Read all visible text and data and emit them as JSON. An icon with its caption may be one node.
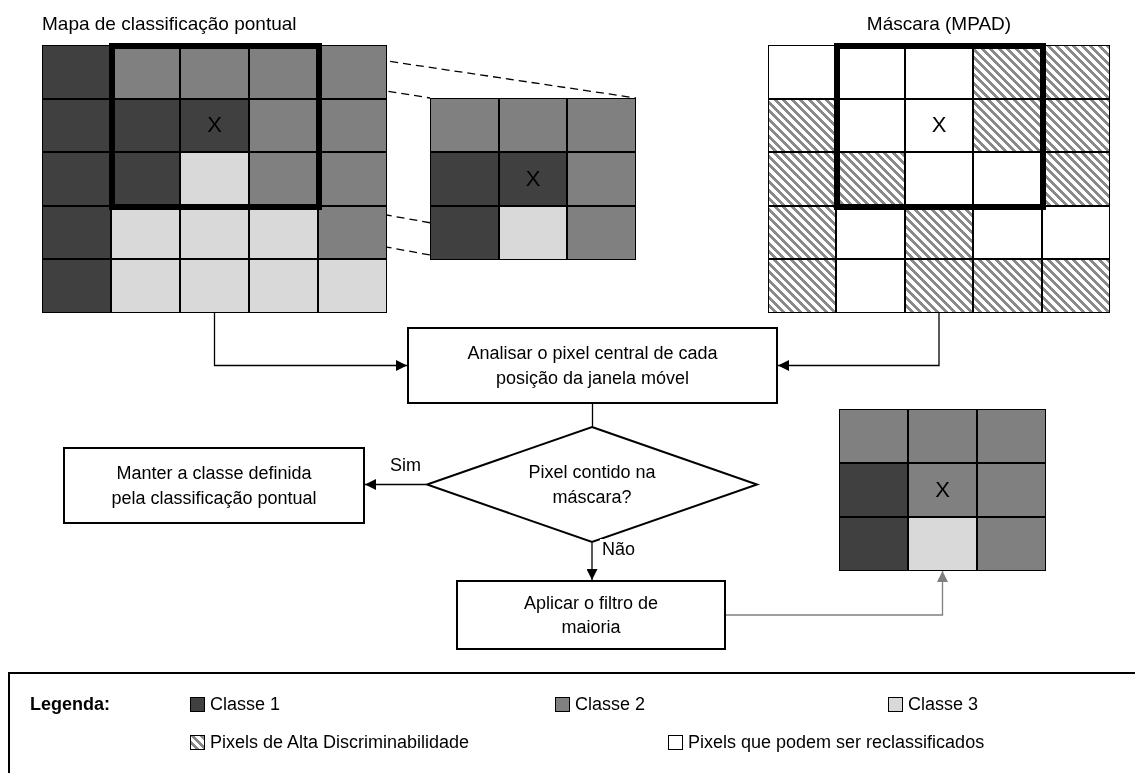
{
  "diagram": {
    "nodes": [
      {
        "text": [
          "Mapa de classificação pontual",
          "X"
        ]
      },
      {
        "text": [
          "X"
        ]
      },
      {
        "text": [
          "Máscara (MPAD)",
          "X"
        ]
      },
      {
        "text": [
          "Analisar o pixel central de cada posição da janela móvel"
        ]
      },
      {
        "text": [
          "Pixel contido na máscara?"
        ]
      },
      {
        "text": [
          "Manter a classe definida pela classificação pontual"
        ]
      },
      {
        "text": [
          "Aplicar o filtro de maioria"
        ]
      },
      {
        "text": [
          "X"
        ]
      }
    ],
    "edges": [
      {
        "from": 0,
        "to": 1,
        "arrow": "none",
        "style": "dashed"
      },
      {
        "from": 0,
        "to": 3,
        "arrow": "to"
      },
      {
        "from": 2,
        "to": 3,
        "arrow": "to"
      },
      {
        "from": 3,
        "to": 4,
        "arrow": "none"
      },
      {
        "from": 4,
        "to": 5,
        "arrow": "to",
        "label": "Sim"
      },
      {
        "from": 4,
        "to": 6,
        "arrow": "to",
        "label": "Não"
      },
      {
        "from": 6,
        "to": 7,
        "arrow": "to",
        "color": "#7f7f7f"
      }
    ],
    "labels": [
      "Legenda:"
    ],
    "legend": [
      {
        "text": "Classe 1",
        "color": "#404040"
      },
      {
        "text": "Classe 2",
        "color": "#808080"
      },
      {
        "text": "Classe 3",
        "color": "#d9d9d9"
      },
      {
        "text": "Pixels de Alta Discriminabilidade"
      },
      {
        "text": "Pixels que podem ser reclassificados",
        "color": "#ffffff"
      }
    ]
  }
}
